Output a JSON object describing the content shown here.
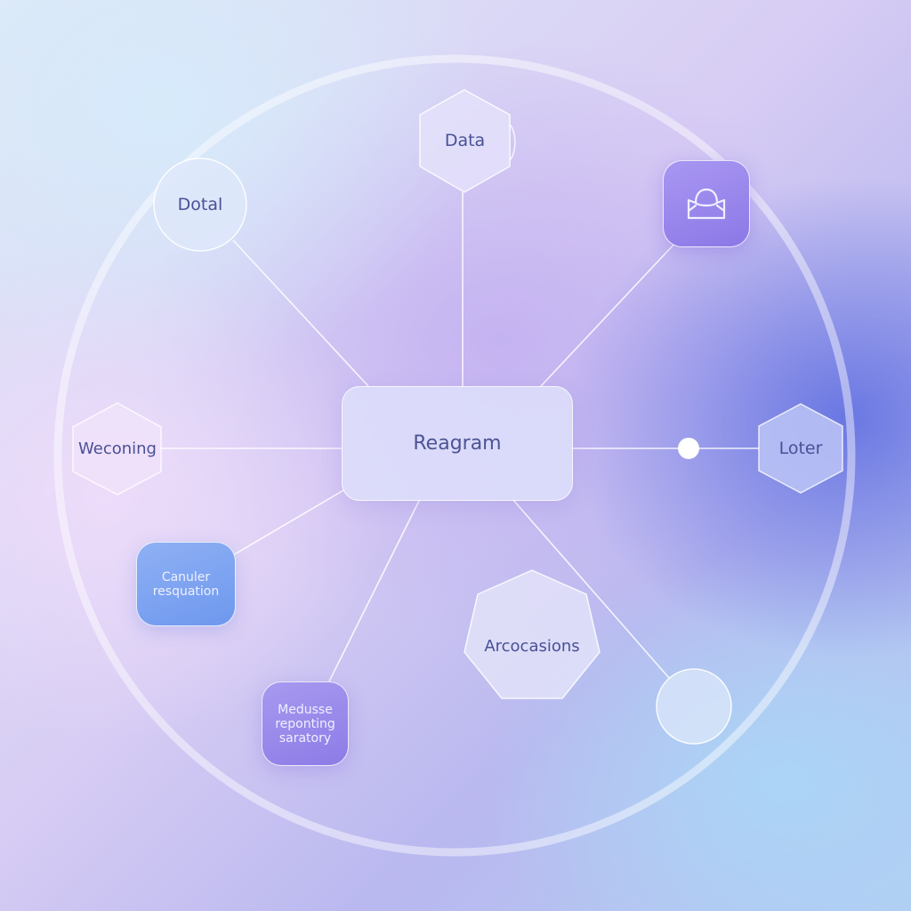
{
  "diagram": {
    "hub": {
      "label": "Reagram"
    },
    "nodes": {
      "top": {
        "label": "Data"
      },
      "upper_left": {
        "label": "Dotal"
      },
      "left": {
        "label": "Weconing"
      },
      "right": {
        "label": "Loter"
      },
      "lower_left_tile": {
        "label": "Canuler\nresquation"
      },
      "bottom_tile": {
        "label": "Medusse\nreponting\nsaratory"
      },
      "bottom_center": {
        "label": "Arcocasions"
      },
      "upper_right_icon": {
        "icon": "inbox-tray-icon"
      }
    },
    "colors": {
      "node_fill": "#e4e2fb",
      "line": "#ffffff",
      "text": "#4a5096",
      "tile_blue": "#7ea3f1",
      "tile_purple": "#9a88ea"
    }
  }
}
